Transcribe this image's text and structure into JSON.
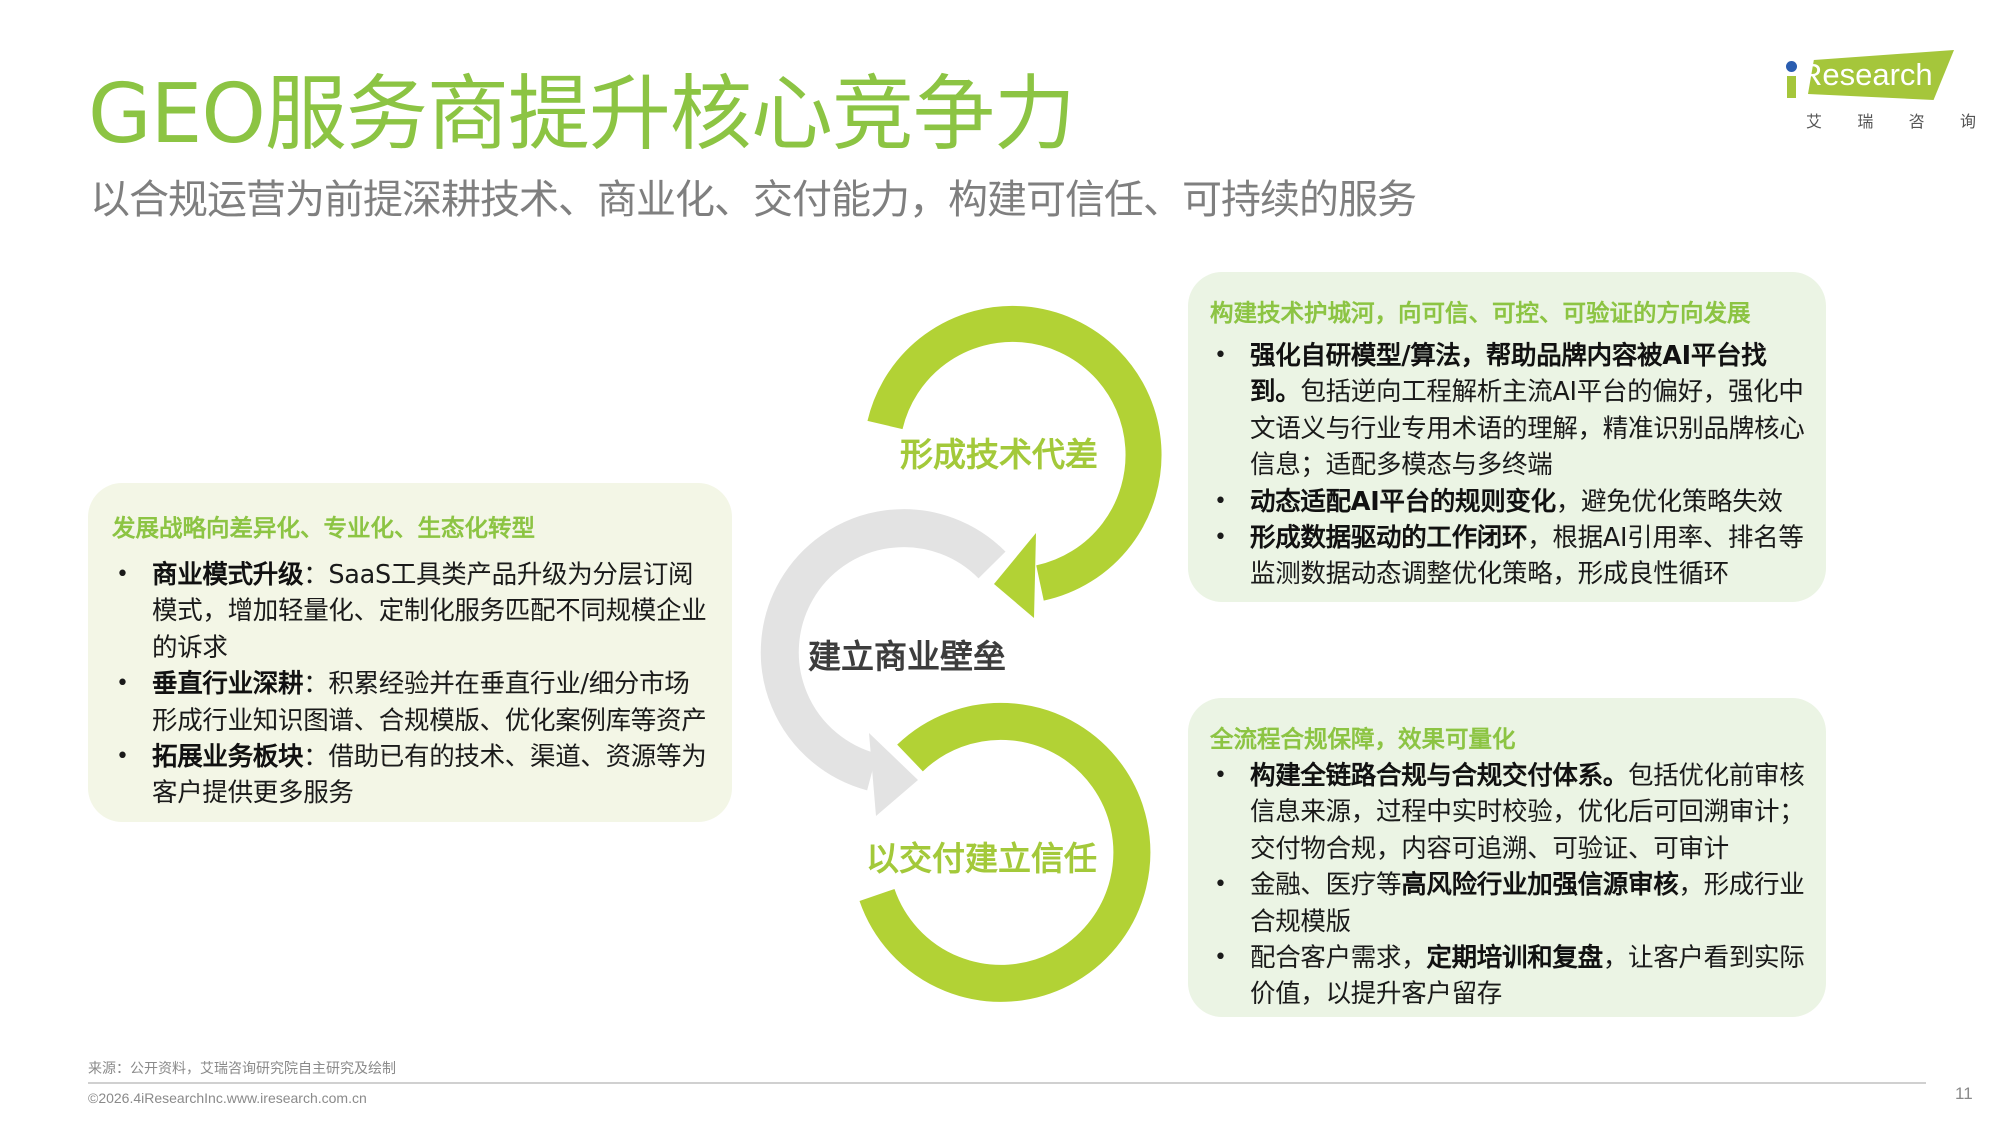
{
  "header": {
    "title": "GEO服务商提升核心竞争力",
    "subtitle": "以合规运营为前提深耕技术、商业化、交付能力，构建可信任、可持续的服务"
  },
  "logo": {
    "brand": "Research",
    "brand_cn": [
      "艾",
      "瑞",
      "咨",
      "询"
    ],
    "colors": {
      "band": "#A5C63B",
      "dot": "#2A5DB0"
    }
  },
  "left_panel": {
    "heading": "发展战略向差异化、专业化、生态化转型",
    "items": [
      {
        "bold": "商业模式升级",
        "text": "：SaaS工具类产品升级为分层订阅模式，增加轻量化、定制化服务匹配不同规模企业的诉求"
      },
      {
        "bold": "垂直行业深耕",
        "text": "：积累经验并在垂直行业/细分市场形成行业知识图谱、合规模版、优化案例库等资产"
      },
      {
        "bold": "拓展业务板块",
        "text": "：借助已有的技术、渠道、资源等为客户提供更多服务"
      }
    ]
  },
  "diagram": {
    "labels": {
      "tech": "形成技术代差",
      "business": "建立商业壁垒",
      "trust": "以交付建立信任"
    },
    "colors": {
      "green": "#B2D235",
      "gray": "#E3E3E3",
      "label_green": "#A3C93A",
      "label_dark": "#3D3D3D"
    }
  },
  "right_top_panel": {
    "heading": "构建技术护城河，向可信、可控、可验证的方向发展",
    "items": [
      {
        "pre": "",
        "bold": "强化自研模型/算法，帮助品牌内容被AI平台找到。",
        "text": "包括逆向工程解析主流AI平台的偏好，强化中文语义与行业专用术语的理解，精准识别品牌核心信息；适配多模态与多终端"
      },
      {
        "pre": "",
        "bold": "动态适配AI平台的规则变化",
        "text": "，避免优化策略失效"
      },
      {
        "pre": "",
        "bold": "形成数据驱动的工作闭环",
        "text": "，根据AI引用率、排名等监测数据动态调整优化策略，形成良性循环"
      }
    ]
  },
  "right_bottom_panel": {
    "heading": "全流程合规保障，效果可量化",
    "items": [
      {
        "pre": "",
        "bold": "构建全链路合规与合规交付体系。",
        "text": "包括优化前审核信息来源，过程中实时校验，优化后可回溯审计；交付物合规，内容可追溯、可验证、可审计"
      },
      {
        "pre": "金融、医疗等",
        "bold": "高风险行业加强信源审核",
        "text": "，形成行业合规模版"
      },
      {
        "pre": "配合客户需求，",
        "bold": "定期培训和复盘",
        "text": "，让客户看到实际价值，以提升客户留存"
      }
    ]
  },
  "footer": {
    "source": "来源：公开资料，艾瑞咨询研究院自主研究及绘制",
    "copyright": "©2026.4iResearchInc.www.iresearch.com.cn",
    "page_number": "11"
  },
  "theme": {
    "accent": "#8CC443",
    "panel_left_bg": "#F3F6E6",
    "panel_right_bg": "#EBF4E4"
  }
}
